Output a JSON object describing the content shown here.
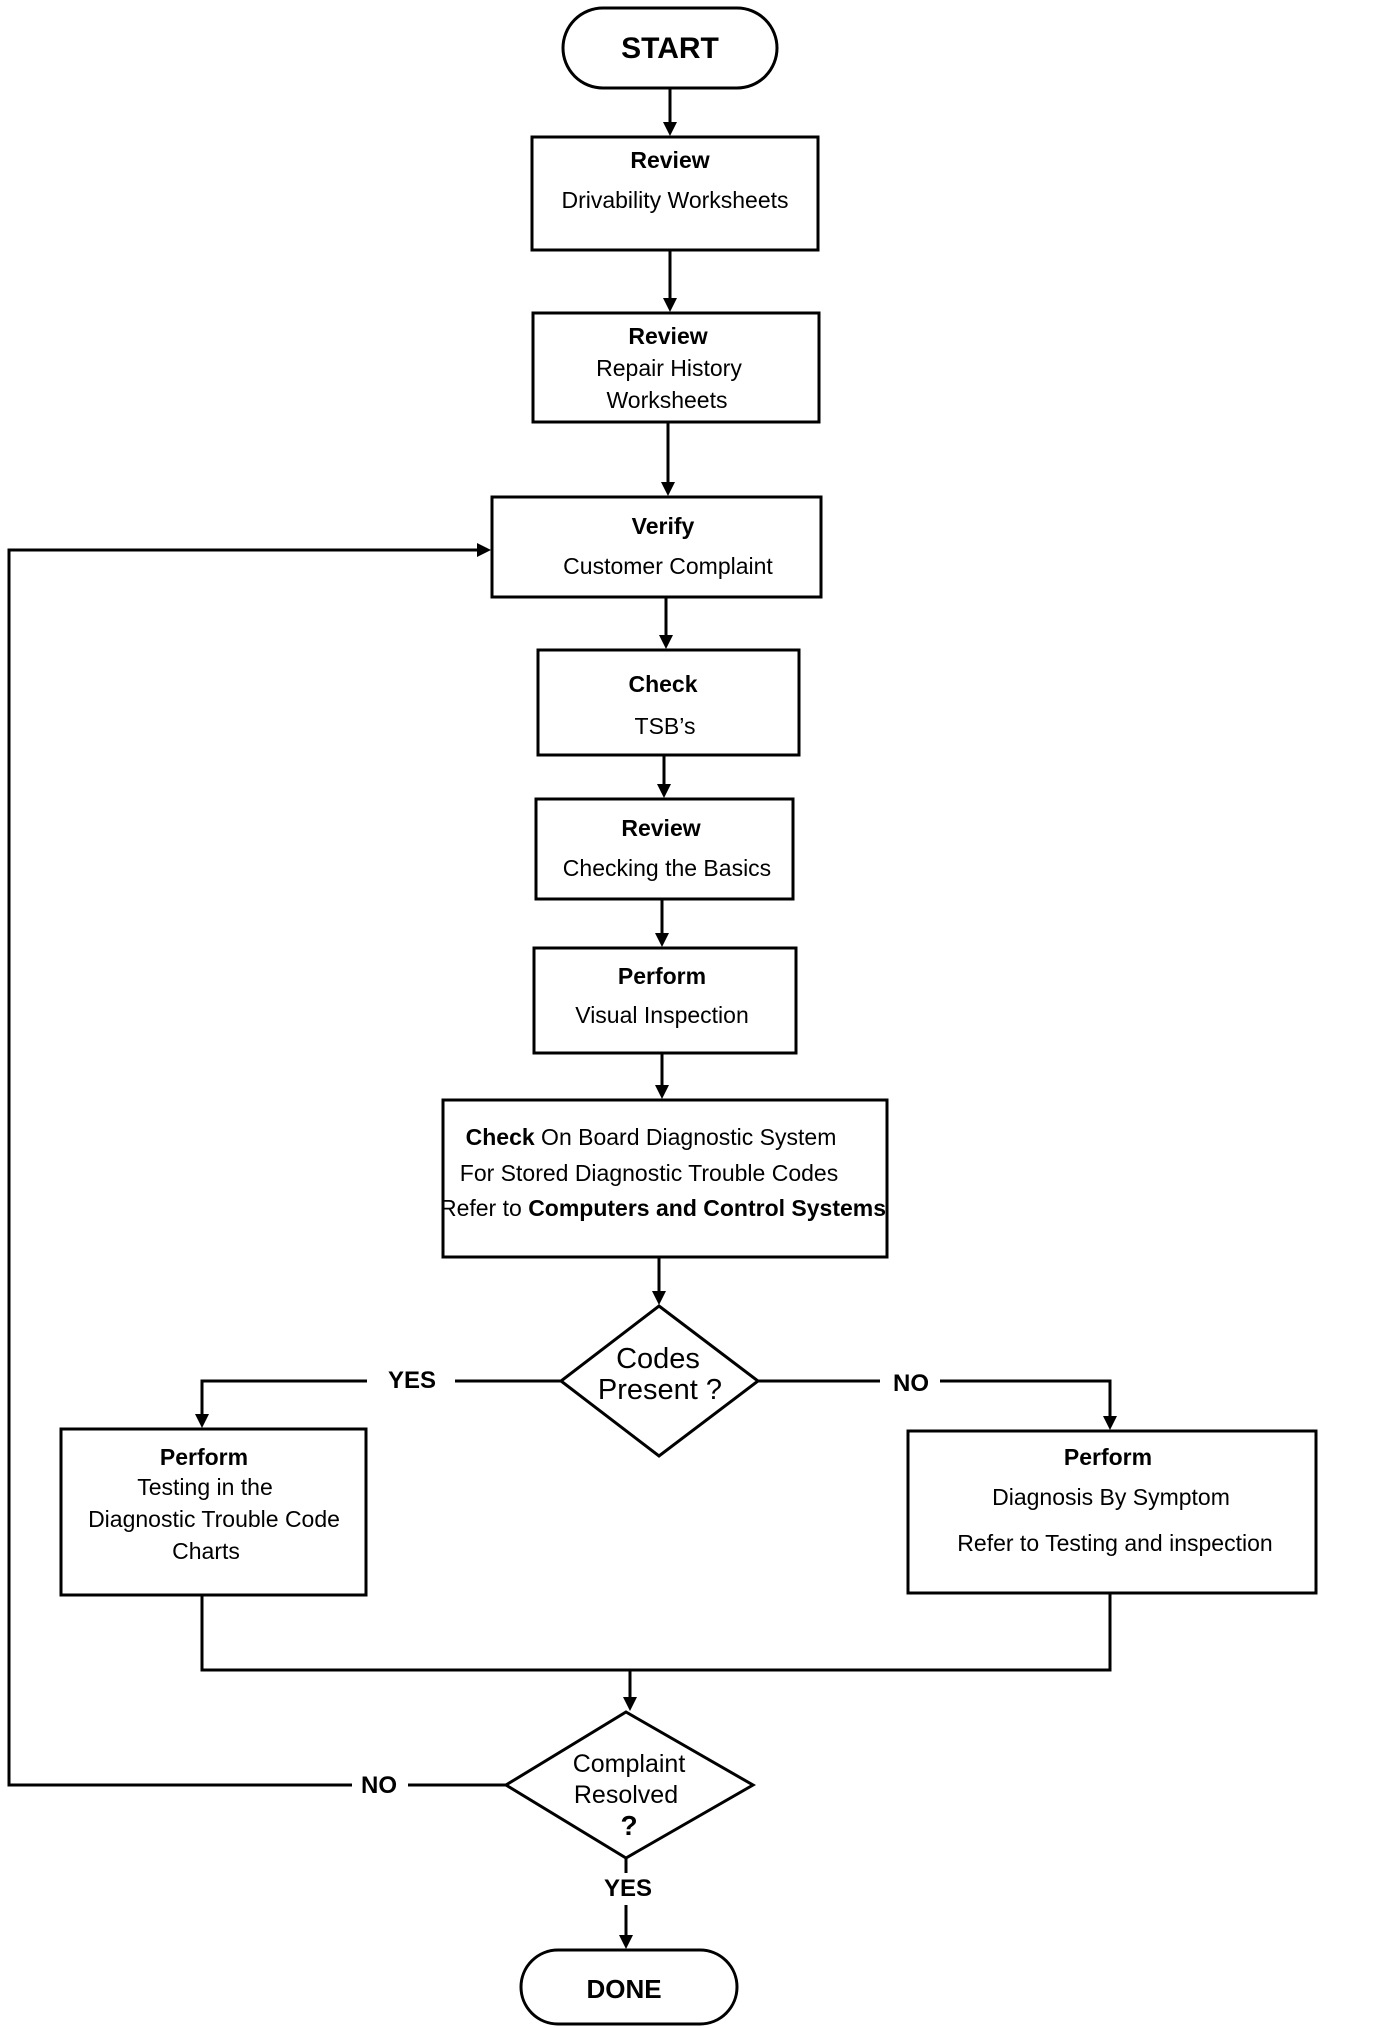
{
  "start": "START",
  "done": "DONE",
  "steps": [
    {
      "title": "Review",
      "lines": [
        "Drivability Worksheets"
      ]
    },
    {
      "title": "Review",
      "lines": [
        "Repair History",
        "Worksheets"
      ]
    },
    {
      "title": "Verify",
      "lines": [
        "Customer Complaint"
      ]
    },
    {
      "title": "Check",
      "lines": [
        "TSB’s"
      ]
    },
    {
      "title": "Review",
      "lines": [
        "Checking the Basics"
      ]
    },
    {
      "title": "Perform",
      "lines": [
        "Visual Inspection"
      ]
    }
  ],
  "obd": {
    "line1_bold": "Check",
    "line1_rest": " On Board Diagnostic System",
    "line2": "For Stored Diagnostic Trouble Codes",
    "line3_prefix": "Refer to ",
    "line3_bold": "Computers and Control Systems"
  },
  "decision_codes": {
    "line1": "Codes",
    "line2": "Present ?"
  },
  "yes_label": "YES",
  "no_label": "NO",
  "dtc_box": {
    "title": "Perform",
    "lines": [
      "Testing in the",
      "Diagnostic Trouble Code",
      "Charts"
    ]
  },
  "symptom_box": {
    "title": "Perform",
    "lines": [
      "Diagnosis By Symptom",
      "Refer to Testing and inspection"
    ]
  },
  "decision_resolved": {
    "line1": "Complaint",
    "line2": "Resolved",
    "line3": "?"
  },
  "resolved_no": "NO",
  "resolved_yes": "YES"
}
